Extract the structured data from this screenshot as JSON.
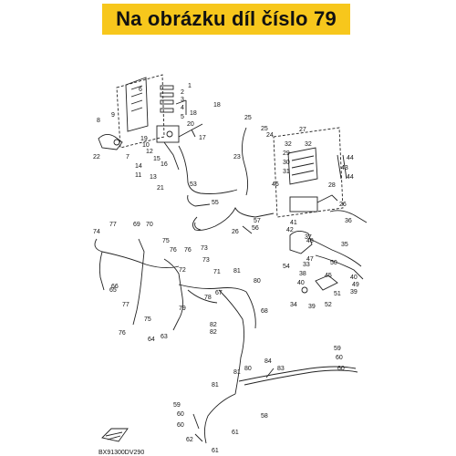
{
  "banner": {
    "text": "Na obrázku díl číslo 79",
    "color": "#f7c71c"
  },
  "diagram": {
    "code": "BX91300DV290",
    "callouts": [
      {
        "id": "c1",
        "label": "1"
      },
      {
        "id": "c2",
        "label": "2"
      },
      {
        "id": "c3",
        "label": "3"
      },
      {
        "id": "c4",
        "label": "4"
      },
      {
        "id": "c5",
        "label": "5"
      },
      {
        "id": "c6",
        "label": "6"
      },
      {
        "id": "c7",
        "label": "7"
      },
      {
        "id": "c8",
        "label": "8"
      },
      {
        "id": "c9",
        "label": "9"
      },
      {
        "id": "c10",
        "label": "10"
      },
      {
        "id": "c11",
        "label": "11"
      },
      {
        "id": "c12",
        "label": "12"
      },
      {
        "id": "c13",
        "label": "13"
      },
      {
        "id": "c14",
        "label": "14"
      },
      {
        "id": "c15",
        "label": "15"
      },
      {
        "id": "c16",
        "label": "16"
      },
      {
        "id": "c17",
        "label": "17"
      },
      {
        "id": "c18a",
        "label": "18"
      },
      {
        "id": "c18b",
        "label": "18"
      },
      {
        "id": "c19",
        "label": "19"
      },
      {
        "id": "c20",
        "label": "20"
      },
      {
        "id": "c21",
        "label": "21"
      },
      {
        "id": "c22",
        "label": "22"
      },
      {
        "id": "c23",
        "label": "23"
      },
      {
        "id": "c24",
        "label": "24"
      },
      {
        "id": "c25a",
        "label": "25"
      },
      {
        "id": "c25b",
        "label": "25"
      },
      {
        "id": "c26a",
        "label": "26"
      },
      {
        "id": "c26b",
        "label": "26"
      },
      {
        "id": "c27",
        "label": "27"
      },
      {
        "id": "c28",
        "label": "28"
      },
      {
        "id": "c29",
        "label": "29"
      },
      {
        "id": "c30",
        "label": "30"
      },
      {
        "id": "c31",
        "label": "31"
      },
      {
        "id": "c32a",
        "label": "32"
      },
      {
        "id": "c32b",
        "label": "32"
      },
      {
        "id": "c33",
        "label": "33"
      },
      {
        "id": "c34",
        "label": "34"
      },
      {
        "id": "c35",
        "label": "35"
      },
      {
        "id": "c36",
        "label": "36"
      },
      {
        "id": "c37",
        "label": "37"
      },
      {
        "id": "c38",
        "label": "38"
      },
      {
        "id": "c39a",
        "label": "39"
      },
      {
        "id": "c39b",
        "label": "39"
      },
      {
        "id": "c40a",
        "label": "40"
      },
      {
        "id": "c40b",
        "label": "40"
      },
      {
        "id": "c41",
        "label": "41"
      },
      {
        "id": "c42",
        "label": "42"
      },
      {
        "id": "c43",
        "label": "43"
      },
      {
        "id": "c44a",
        "label": "44"
      },
      {
        "id": "c44b",
        "label": "44"
      },
      {
        "id": "c45",
        "label": "45"
      },
      {
        "id": "c46",
        "label": "46"
      },
      {
        "id": "c47",
        "label": "47"
      },
      {
        "id": "c48",
        "label": "48"
      },
      {
        "id": "c49",
        "label": "49"
      },
      {
        "id": "c50",
        "label": "50"
      },
      {
        "id": "c51",
        "label": "51"
      },
      {
        "id": "c52",
        "label": "52"
      },
      {
        "id": "c53",
        "label": "53"
      },
      {
        "id": "c54",
        "label": "54"
      },
      {
        "id": "c55",
        "label": "55"
      },
      {
        "id": "c56",
        "label": "56"
      },
      {
        "id": "c57",
        "label": "57"
      },
      {
        "id": "c58",
        "label": "58"
      },
      {
        "id": "c59a",
        "label": "59"
      },
      {
        "id": "c59b",
        "label": "59"
      },
      {
        "id": "c60a",
        "label": "60"
      },
      {
        "id": "c60b",
        "label": "60"
      },
      {
        "id": "c60c",
        "label": "60"
      },
      {
        "id": "c60d",
        "label": "60"
      },
      {
        "id": "c61a",
        "label": "61"
      },
      {
        "id": "c61b",
        "label": "61"
      },
      {
        "id": "c62",
        "label": "62"
      },
      {
        "id": "c63",
        "label": "63"
      },
      {
        "id": "c64",
        "label": "64"
      },
      {
        "id": "c65",
        "label": "65"
      },
      {
        "id": "c66",
        "label": "66"
      },
      {
        "id": "c67",
        "label": "67"
      },
      {
        "id": "c68",
        "label": "68"
      },
      {
        "id": "c69",
        "label": "69"
      },
      {
        "id": "c70",
        "label": "70"
      },
      {
        "id": "c71",
        "label": "71"
      },
      {
        "id": "c72",
        "label": "72"
      },
      {
        "id": "c73a",
        "label": "73"
      },
      {
        "id": "c73b",
        "label": "73"
      },
      {
        "id": "c74",
        "label": "74"
      },
      {
        "id": "c75a",
        "label": "75"
      },
      {
        "id": "c75b",
        "label": "75"
      },
      {
        "id": "c76a",
        "label": "76"
      },
      {
        "id": "c76b",
        "label": "76"
      },
      {
        "id": "c76c",
        "label": "76"
      },
      {
        "id": "c77a",
        "label": "77"
      },
      {
        "id": "c77b",
        "label": "77"
      },
      {
        "id": "c78",
        "label": "78"
      },
      {
        "id": "c79",
        "label": "79"
      },
      {
        "id": "c80a",
        "label": "80"
      },
      {
        "id": "c80b",
        "label": "80"
      },
      {
        "id": "c81a",
        "label": "81"
      },
      {
        "id": "c81b",
        "label": "81"
      },
      {
        "id": "c81c",
        "label": "81"
      },
      {
        "id": "c82a",
        "label": "82"
      },
      {
        "id": "c82b",
        "label": "82"
      },
      {
        "id": "c83",
        "label": "83"
      },
      {
        "id": "c84",
        "label": "84"
      }
    ]
  }
}
